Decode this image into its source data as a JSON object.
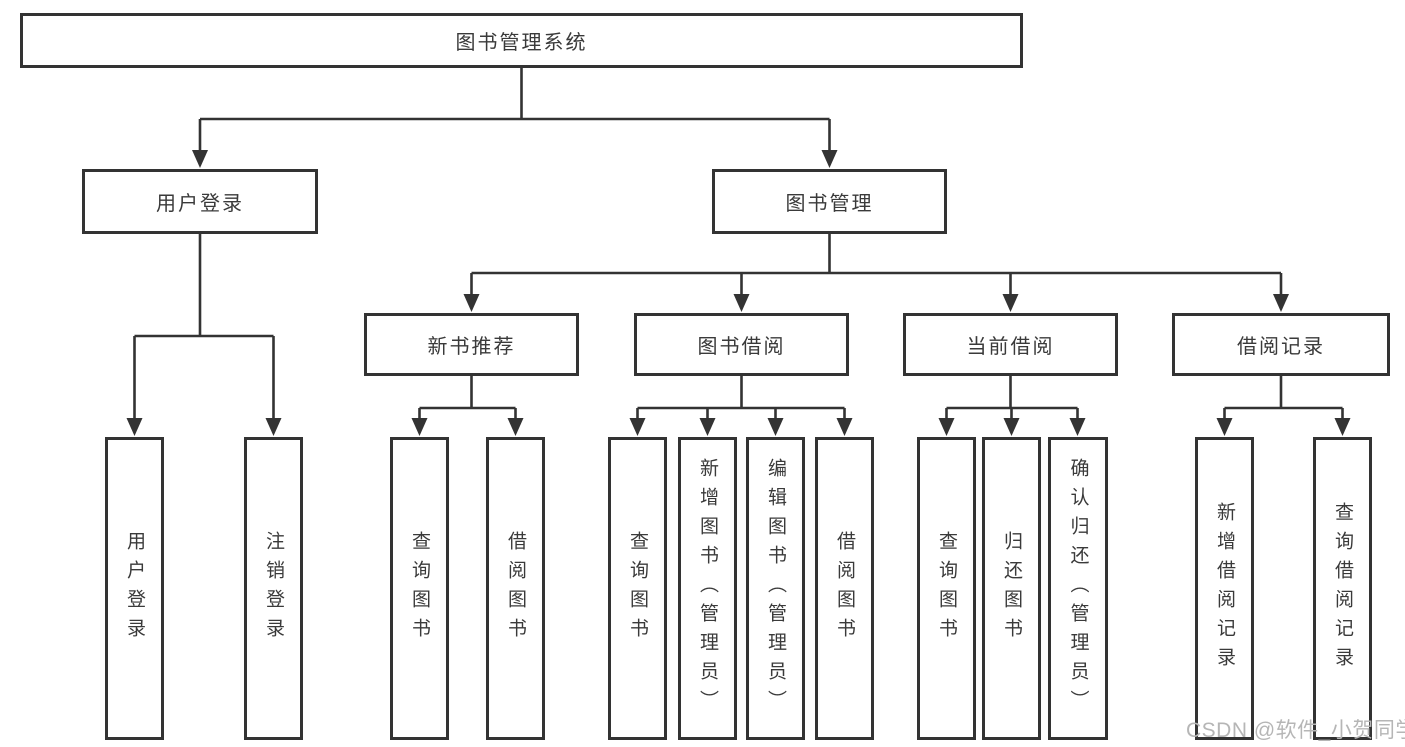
{
  "diagram": {
    "title": "图书管理系统",
    "level2": [
      {
        "label": "用户登录",
        "children": [
          {
            "label": "用户登录"
          },
          {
            "label": "注销登录"
          }
        ]
      },
      {
        "label": "图书管理",
        "children": [
          {
            "label": "新书推荐",
            "children": [
              {
                "label": "查询图书"
              },
              {
                "label": "借阅图书"
              }
            ]
          },
          {
            "label": "图书借阅",
            "children": [
              {
                "label": "查询图书"
              },
              {
                "label": "新增图书（管理员）"
              },
              {
                "label": "编辑图书（管理员）"
              },
              {
                "label": "借阅图书"
              }
            ]
          },
          {
            "label": "当前借阅",
            "children": [
              {
                "label": "查询图书"
              },
              {
                "label": "归还图书"
              },
              {
                "label": "确认归还（管理员）"
              }
            ]
          },
          {
            "label": "借阅记录",
            "children": [
              {
                "label": "新增借阅记录"
              },
              {
                "label": "查询借阅记录"
              }
            ]
          }
        ]
      }
    ]
  },
  "watermark": "CSDN @软件_小贺同学",
  "colors": {
    "line": "#333333",
    "text": "#3a3a3a",
    "watermark": "#b6b6b6",
    "background": "#ffffff"
  }
}
